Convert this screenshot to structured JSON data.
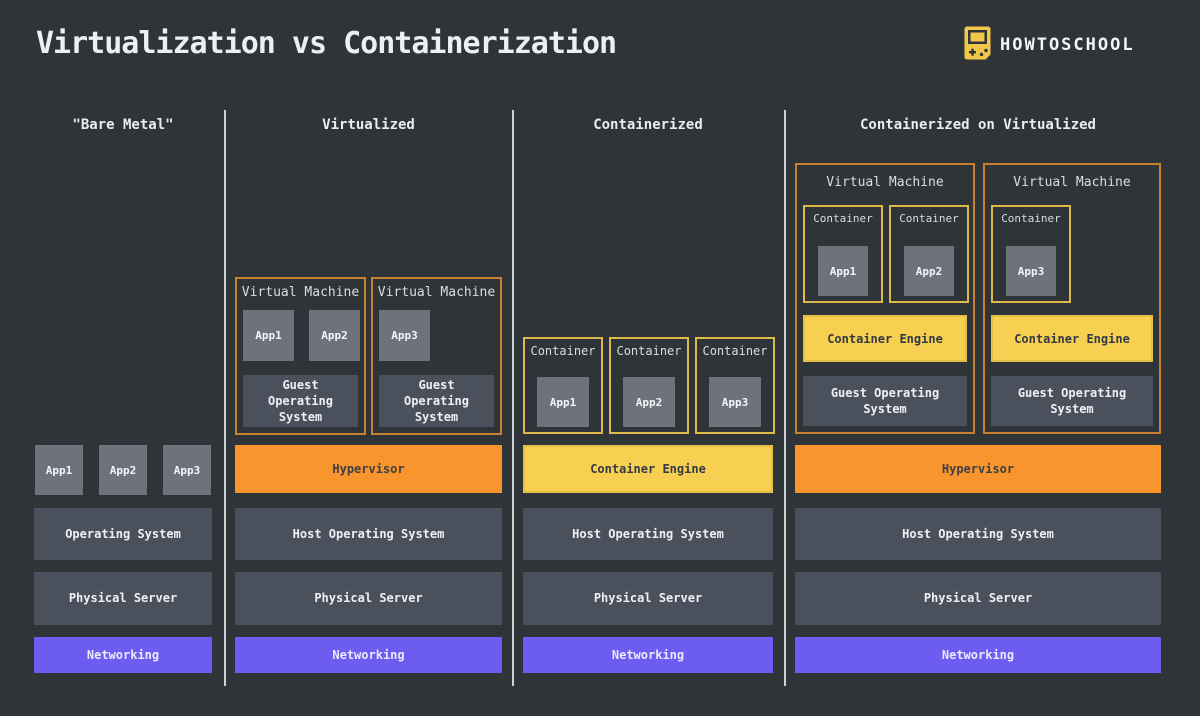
{
  "header": {
    "title": "Virtualization vs Containerization",
    "brand": "HOWTOSCHOOL"
  },
  "colors": {
    "background": "#2f3438",
    "orange_fill": "#f8952d",
    "orange_border": "#c8822f",
    "yellow_fill": "#f7d051",
    "yellow_border": "#ddb94a",
    "purple_fill": "#6d5cf0",
    "slate_fill": "#4b515c",
    "app_gray_fill": "#6d727d",
    "divider": "#ccd1d3",
    "text_light": "#e9edee",
    "text_dark": "#3c4046"
  },
  "columns": {
    "bare_metal": {
      "header": "\"Bare Metal\"",
      "apps": [
        "App1",
        "App2",
        "App3"
      ],
      "stack": {
        "os": "Operating System",
        "server": "Physical Server",
        "network": "Networking"
      }
    },
    "virtualized": {
      "header": "Virtualized",
      "vm1": {
        "title": "Virtual Machine",
        "apps": [
          "App1",
          "App2"
        ],
        "guest_os": "Guest Operating System"
      },
      "vm2": {
        "title": "Virtual Machine",
        "apps": [
          "App3"
        ],
        "guest_os": "Guest Operating System"
      },
      "stack": {
        "hypervisor": "Hypervisor",
        "host_os": "Host Operating System",
        "server": "Physical Server",
        "network": "Networking"
      }
    },
    "containerized": {
      "header": "Containerized",
      "containers": [
        {
          "title": "Container",
          "app": "App1"
        },
        {
          "title": "Container",
          "app": "App2"
        },
        {
          "title": "Container",
          "app": "App3"
        }
      ],
      "stack": {
        "engine": "Container Engine",
        "host_os": "Host Operating System",
        "server": "Physical Server",
        "network": "Networking"
      }
    },
    "containerized_on_virtualized": {
      "header": "Containerized on Virtualized",
      "vm1": {
        "title": "Virtual Machine",
        "containers": [
          {
            "title": "Container",
            "app": "App1"
          },
          {
            "title": "Container",
            "app": "App2"
          }
        ],
        "engine": "Container Engine",
        "guest_os": "Guest Operating System"
      },
      "vm2": {
        "title": "Virtual Machine",
        "containers": [
          {
            "title": "Container",
            "app": "App3"
          }
        ],
        "engine": "Container Engine",
        "guest_os": "Guest Operating System"
      },
      "stack": {
        "hypervisor": "Hypervisor",
        "host_os": "Host Operating System",
        "server": "Physical Server",
        "network": "Networking"
      }
    }
  }
}
